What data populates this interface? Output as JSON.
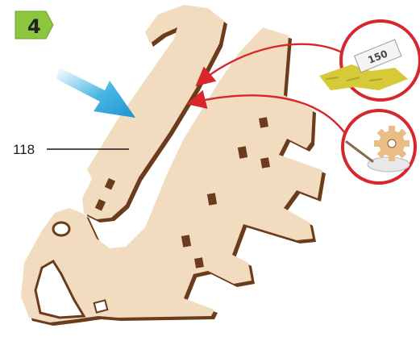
{
  "step": {
    "number": "4"
  },
  "part": {
    "label": "118"
  },
  "sandpaper": {
    "grit": "150"
  },
  "colors": {
    "step_badge": "#8cc63e",
    "plywood_face": "#f1dcc0",
    "plywood_edge": "#6b3c1b",
    "arrow_red": "#d8262d",
    "arrow_blue": "#29a8e0",
    "sponge": "#d6c93a"
  },
  "icons": [
    "sandpaper-icon",
    "glue-gear-icon",
    "direction-arrow-icon"
  ]
}
